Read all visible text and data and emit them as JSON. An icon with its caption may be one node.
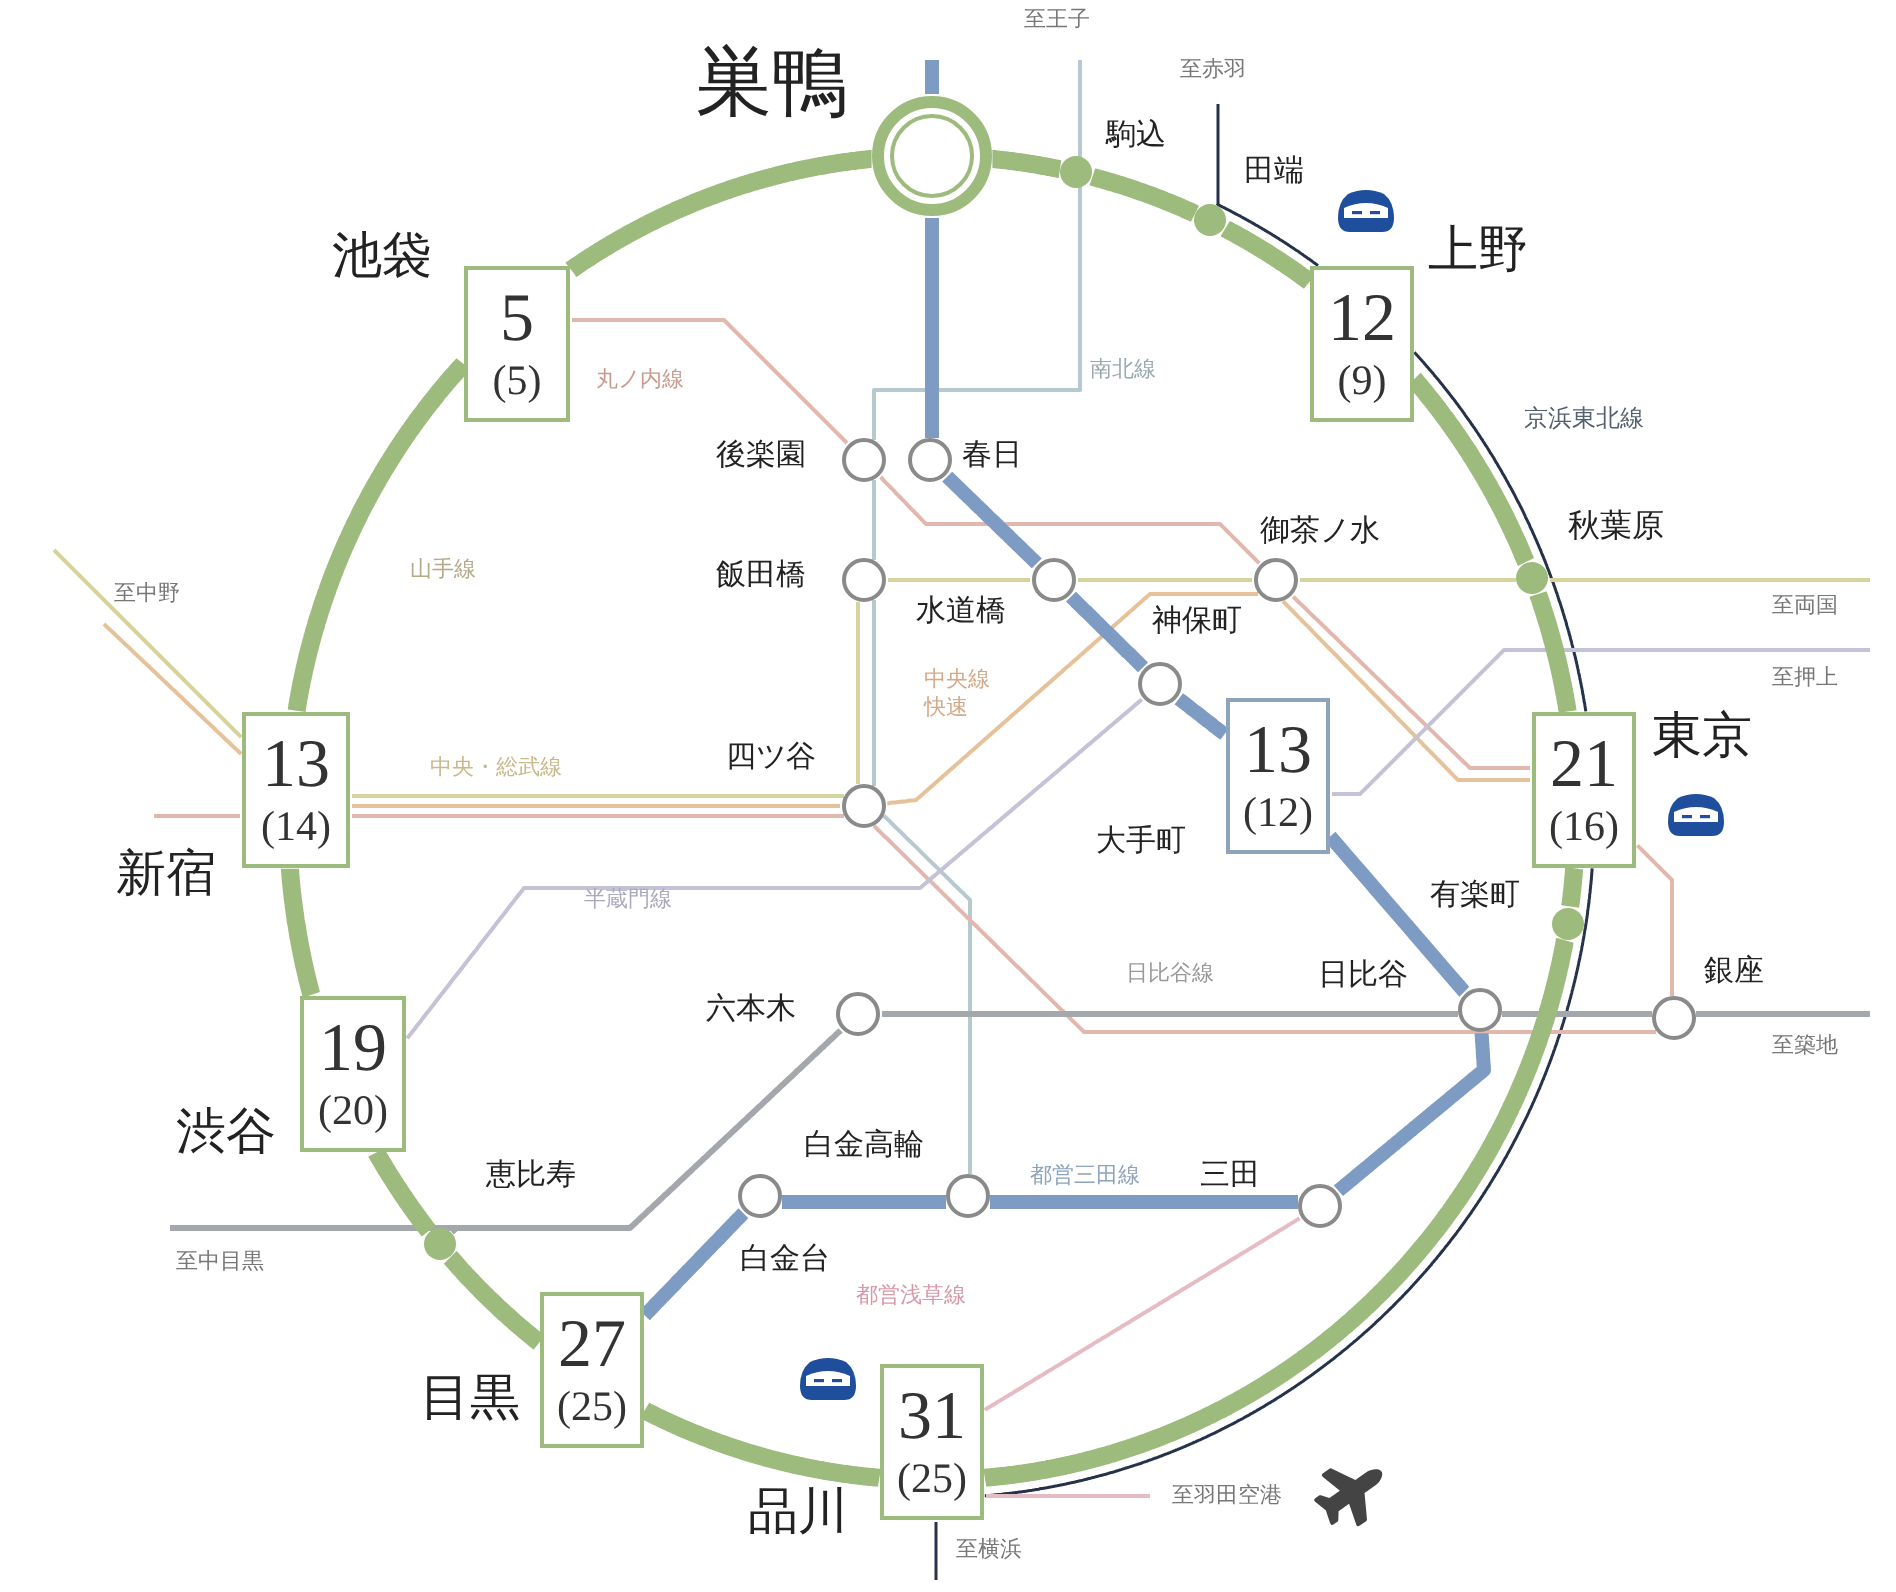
{
  "diagram": {
    "nodes": [
      {
        "text": [],
        "shape": "circle",
        "beside": [
          "巣鴨"
        ]
      },
      {
        "text": [],
        "shape": "circle",
        "beside": [
          "駒込"
        ]
      },
      {
        "text": [],
        "shape": "circle",
        "beside": [
          "田端"
        ]
      },
      {
        "text": [
          "12",
          "(9)"
        ],
        "beside": [
          "上野"
        ]
      },
      {
        "text": [],
        "shape": "circle",
        "beside": [
          "秋葉原"
        ]
      },
      {
        "text": [
          "21",
          "(16)"
        ],
        "beside": [
          "東京"
        ]
      },
      {
        "text": [],
        "shape": "circle",
        "beside": [
          "有楽町"
        ]
      },
      {
        "text": [
          "31",
          "(25)"
        ],
        "beside": [
          "品川"
        ]
      },
      {
        "text": [
          "27",
          "(25)"
        ],
        "beside": [
          "目黒"
        ]
      },
      {
        "text": [],
        "shape": "circle",
        "beside": [
          "恵比寿"
        ]
      },
      {
        "text": [
          "19",
          "(20)"
        ],
        "beside": [
          "渋谷"
        ]
      },
      {
        "text": [
          "13",
          "(14)"
        ],
        "beside": [
          "新宿"
        ]
      },
      {
        "text": [
          "5",
          "(5)"
        ],
        "beside": [
          "池袋"
        ]
      },
      {
        "text": [],
        "shape": "circle",
        "beside": [
          "後楽園"
        ]
      },
      {
        "text": [],
        "shape": "circle",
        "beside": [
          "春日"
        ]
      },
      {
        "text": [],
        "shape": "circle",
        "beside": [
          "飯田橋"
        ]
      },
      {
        "text": [],
        "shape": "circle",
        "beside": [
          "水道橋"
        ]
      },
      {
        "text": [],
        "shape": "circle",
        "beside": [
          "御茶ノ水"
        ]
      },
      {
        "text": [],
        "shape": "circle",
        "beside": [
          "神保町"
        ]
      },
      {
        "text": [],
        "shape": "circle",
        "beside": [
          "四ツ谷"
        ]
      },
      {
        "text": [
          "13",
          "(12)"
        ],
        "beside": [
          "大手町"
        ]
      },
      {
        "text": [],
        "shape": "circle",
        "beside": [
          "六本木"
        ]
      },
      {
        "text": [],
        "shape": "circle",
        "beside": [
          "日比谷"
        ]
      },
      {
        "text": [],
        "shape": "circle",
        "beside": [
          "銀座"
        ]
      },
      {
        "text": [],
        "shape": "circle",
        "beside": [
          "白金高輪"
        ]
      },
      {
        "text": [],
        "shape": "circle",
        "beside": [
          "三田"
        ]
      },
      {
        "text": [],
        "shape": "circle",
        "beside": [
          "白金台"
        ]
      }
    ],
    "edges": [
      {
        "from": 0,
        "to": 1,
        "arrow": "none",
        "style": "thick",
        "color": "#9dbb7c"
      },
      {
        "from": 1,
        "to": 2,
        "arrow": "none",
        "style": "thick",
        "color": "#9dbb7c"
      },
      {
        "from": 2,
        "to": 3,
        "arrow": "none",
        "style": "thick",
        "color": "#9dbb7c"
      },
      {
        "from": 3,
        "to": 4,
        "arrow": "none",
        "style": "thick",
        "color": "#9dbb7c"
      },
      {
        "from": 4,
        "to": 5,
        "arrow": "none",
        "style": "thick",
        "color": "#9dbb7c"
      },
      {
        "from": 5,
        "to": 6,
        "arrow": "none",
        "style": "thick",
        "color": "#9dbb7c"
      },
      {
        "from": 6,
        "to": 7,
        "arrow": "none",
        "style": "thick",
        "color": "#9dbb7c"
      },
      {
        "from": 7,
        "to": 8,
        "arrow": "none",
        "style": "thick",
        "color": "#9dbb7c"
      },
      {
        "from": 8,
        "to": 9,
        "arrow": "none",
        "style": "thick",
        "color": "#9dbb7c"
      },
      {
        "from": 9,
        "to": 10,
        "arrow": "none",
        "style": "thick",
        "color": "#9dbb7c"
      },
      {
        "from": 10,
        "to": 11,
        "arrow": "none",
        "style": "thick",
        "color": "#9dbb7c"
      },
      {
        "from": 11,
        "to": 12,
        "arrow": "none",
        "style": "thick",
        "color": "#9dbb7c"
      },
      {
        "from": 12,
        "to": 0,
        "arrow": "none",
        "style": "thick",
        "color": "#9dbb7c"
      },
      {
        "from": null,
        "to": 2,
        "arrow": "none",
        "color": "#26324a"
      },
      {
        "from": 2,
        "to": 3,
        "arrow": "none",
        "color": "#26324a"
      },
      {
        "from": 3,
        "to": 5,
        "arrow": "none",
        "color": "#26324a"
      },
      {
        "from": 5,
        "to": 7,
        "arrow": "none",
        "color": "#26324a"
      },
      {
        "from": 7,
        "to": null,
        "arrow": "none",
        "color": "#26324a"
      },
      {
        "from": null,
        "to": 0,
        "arrow": "none",
        "style": "thick",
        "color": "#7e9bc3"
      },
      {
        "from": 0,
        "to": 14,
        "arrow": "none",
        "style": "thick",
        "color": "#7e9bc3"
      },
      {
        "from": 14,
        "to": 16,
        "arrow": "none",
        "style": "thick",
        "color": "#7e9bc3"
      },
      {
        "from": 16,
        "to": 18,
        "arrow": "none",
        "style": "thick",
        "color": "#7e9bc3"
      },
      {
        "from": 18,
        "to": 20,
        "arrow": "none",
        "style": "thick",
        "color": "#7e9bc3"
      },
      {
        "from": 20,
        "to": 22,
        "arrow": "none",
        "style": "thick",
        "color": "#7e9bc3"
      },
      {
        "from": 22,
        "to": 25,
        "arrow": "none",
        "style": "thick",
        "color": "#7e9bc3"
      },
      {
        "from": 25,
        "to": 24,
        "arrow": "none",
        "style": "thick",
        "color": "#7e9bc3"
      },
      {
        "from": 24,
        "to": 26,
        "arrow": "none",
        "style": "thick",
        "color": "#7e9bc3"
      },
      {
        "from": 26,
        "to": 8,
        "arrow": "none",
        "style": "thick",
        "color": "#7e9bc3"
      },
      {
        "from": null,
        "to": 13,
        "arrow": "none",
        "color": "#b5c9cf"
      },
      {
        "from": 13,
        "to": 15,
        "arrow": "none",
        "color": "#b5c9cf"
      },
      {
        "from": 15,
        "to": 19,
        "arrow": "none",
        "color": "#b5c9cf"
      },
      {
        "from": 19,
        "to": 24,
        "arrow": "none",
        "color": "#b5c9cf"
      },
      {
        "from": 12,
        "to": 13,
        "arrow": "none",
        "color": "#e2b8ae"
      },
      {
        "from": 13,
        "to": 17,
        "arrow": "none",
        "color": "#e2b8ae"
      },
      {
        "from": 17,
        "to": 5,
        "arrow": "none",
        "color": "#e2b8ae"
      },
      {
        "from": 5,
        "to": 23,
        "arrow": "none",
        "color": "#e2b8ae"
      },
      {
        "from": 23,
        "to": 19,
        "arrow": "none",
        "color": "#e2b8ae"
      },
      {
        "from": 19,
        "to": 11,
        "arrow": "none",
        "color": "#e2b8ae"
      },
      {
        "from": 11,
        "to": null,
        "arrow": "none",
        "color": "#e2b8ae"
      },
      {
        "from": 11,
        "to": 19,
        "arrow": "none",
        "color": "#e6c29a"
      },
      {
        "from": 19,
        "to": 17,
        "arrow": "none",
        "color": "#e6c29a"
      },
      {
        "from": 17,
        "to": 5,
        "arrow": "none",
        "color": "#e6c29a"
      },
      {
        "from": null,
        "to": 11,
        "arrow": "none",
        "color": "#d6d39c"
      },
      {
        "from": null,
        "to": 11,
        "arrow": "none",
        "color": "#e6c29a"
      },
      {
        "from": 11,
        "to": 19,
        "arrow": "none",
        "color": "#d6d39c"
      },
      {
        "from": 19,
        "to": 15,
        "arrow": "none",
        "color": "#d6d39c"
      },
      {
        "from": 15,
        "to": 16,
        "arrow": "none",
        "color": "#d6d39c"
      },
      {
        "from": 16,
        "to": 17,
        "arrow": "none",
        "color": "#d6d39c"
      },
      {
        "from": 17,
        "to": 4,
        "arrow": "none",
        "color": "#d6d39c"
      },
      {
        "from": 4,
        "to": null,
        "arrow": "none",
        "color": "#d6d39c"
      },
      {
        "from": 10,
        "to": 18,
        "arrow": "none",
        "color": "#c3c2d6"
      },
      {
        "from": 20,
        "to": null,
        "arrow": "none",
        "color": "#c3c2d6"
      },
      {
        "from": null,
        "to": 9,
        "arrow": "none",
        "color": "#a4a7ab"
      },
      {
        "from": 9,
        "to": 21,
        "arrow": "none",
        "color": "#a4a7ab"
      },
      {
        "from": 21,
        "to": 22,
        "arrow": "none",
        "color": "#a4a7ab"
      },
      {
        "from": 22,
        "to": 23,
        "arrow": "none",
        "color": "#a4a7ab"
      },
      {
        "from": 23,
        "to": null,
        "arrow": "none",
        "color": "#a4a7ab"
      },
      {
        "from": 25,
        "to": 7,
        "arrow": "none",
        "color": "#e6bcc4"
      },
      {
        "from": 7,
        "to": null,
        "arrow": "none",
        "color": "#e6bcc4"
      }
    ],
    "labels": [
      "至王子",
      "至赤羽",
      "南北線",
      "丸ノ内線",
      "京浜東北線",
      "山手線",
      "至中野",
      "中央・総武線",
      "中央線快速",
      "至両国",
      "至押上",
      "半蔵門線",
      "日比谷線",
      "至築地",
      "都営三田線",
      "至中目黒",
      "都営浅草線",
      "至羽田空港",
      "至横浜"
    ]
  }
}
